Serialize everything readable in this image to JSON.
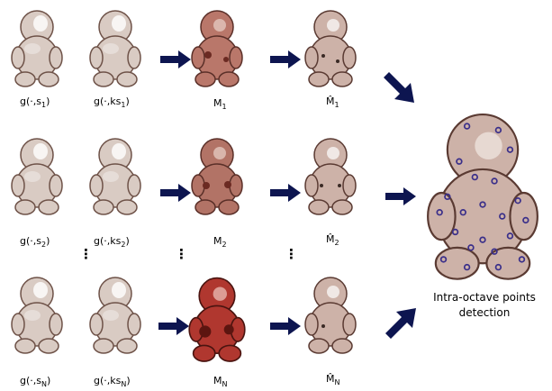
{
  "rows": [
    {
      "labels": [
        "g(·,s",
        "g(·,ks",
        "M",
        "M̂"
      ],
      "subs": [
        "1",
        "1",
        "1",
        "1"
      ]
    },
    {
      "labels": [
        "g(·,s",
        "g(·,ks",
        "M",
        "M̂"
      ],
      "subs": [
        "2",
        "2",
        "2",
        "2"
      ]
    },
    {
      "labels": [
        "g(·,s",
        "g(·,ks",
        "M",
        "M̂"
      ],
      "subs": [
        "N",
        "N",
        "N",
        "N"
      ]
    }
  ],
  "ellipsis": "⋮",
  "caption": {
    "line1": "Intra-octave points",
    "line2": "detection"
  },
  "colors": {
    "arrow": "#0d1550",
    "smooth": "#d9cbc3",
    "edge": "#6e5248",
    "density": "#b9776a",
    "density_strong": "#b0372f",
    "binary": "#cdb2a8",
    "points": "#3a2f8a"
  }
}
